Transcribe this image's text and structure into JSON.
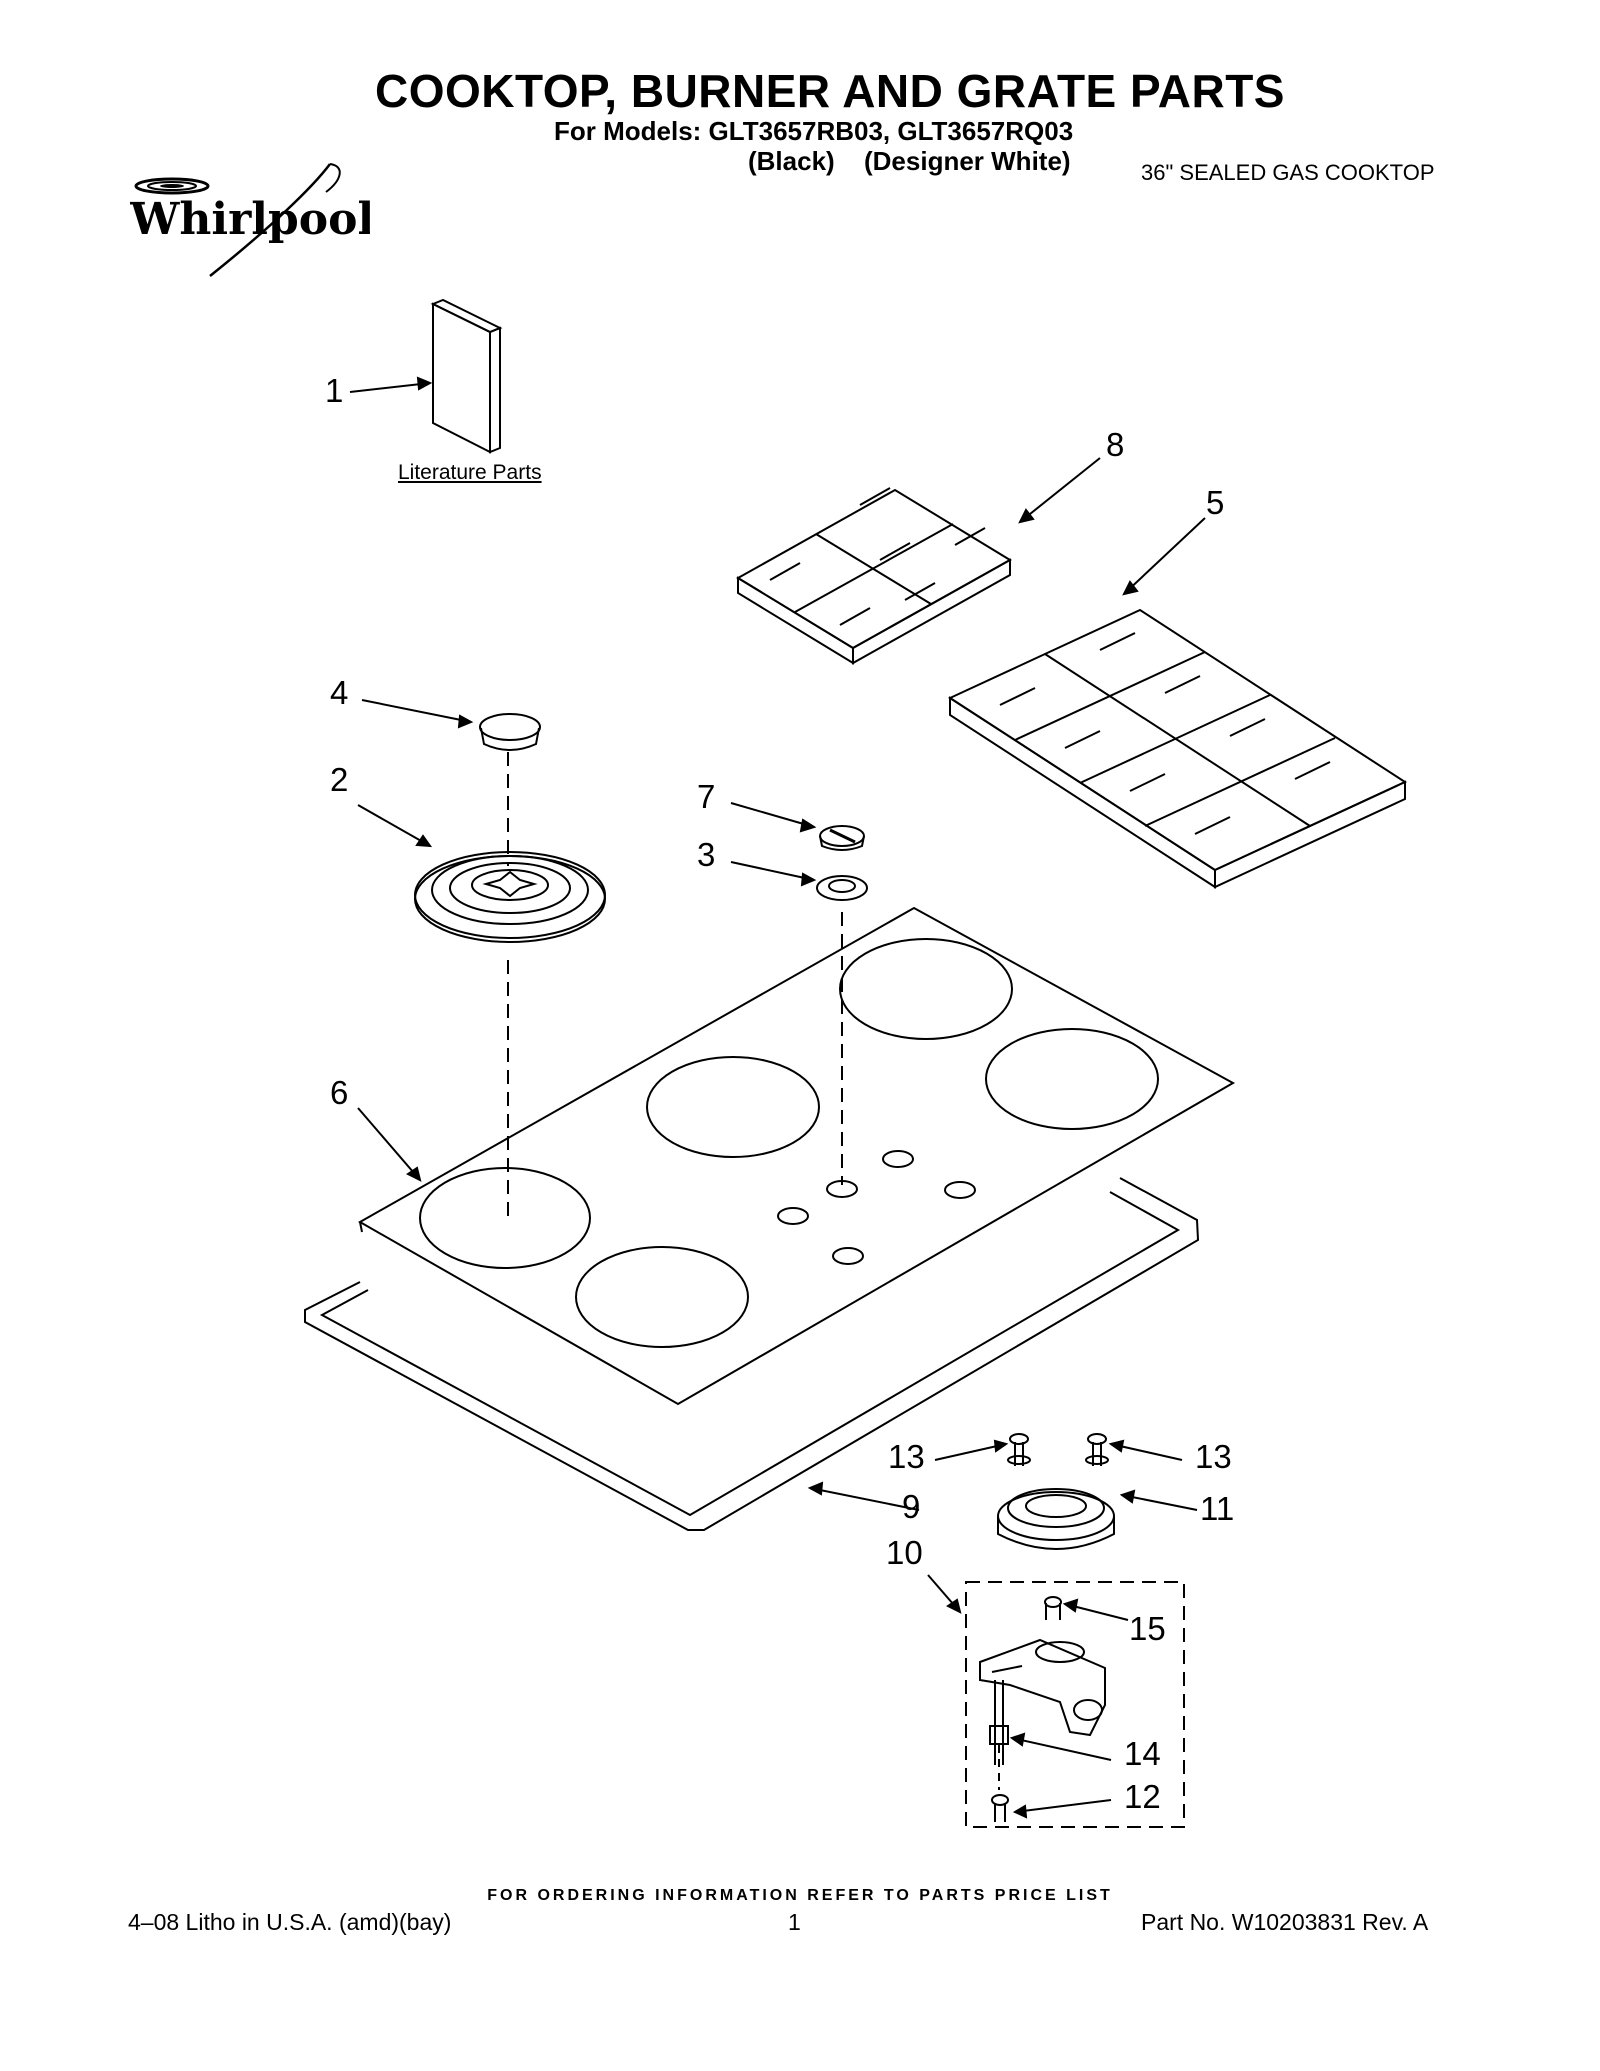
{
  "header": {
    "title": "COOKTOP, BURNER AND GRATE PARTS",
    "models": "For Models: GLT3657RB03, GLT3657RQ03",
    "variant_black": "(Black)",
    "variant_white": "(Designer White)",
    "cooktop_type": "36\" SEALED GAS COOKTOP"
  },
  "brand": {
    "logo_text": "Whirlpool"
  },
  "diagram": {
    "literature_label": "Literature Parts",
    "callouts": {
      "c1": "1",
      "c2": "2",
      "c3": "3",
      "c4": "4",
      "c5": "5",
      "c6": "6",
      "c7": "7",
      "c8": "8",
      "c9": "9",
      "c10": "10",
      "c11": "11",
      "c12": "12",
      "c13a": "13",
      "c13b": "13",
      "c14": "14",
      "c15": "15"
    }
  },
  "footer": {
    "order_note": "FOR ORDERING INFORMATION REFER TO PARTS PRICE LIST",
    "litho": "4–08 Litho in U.S.A. (amd)(bay)",
    "page_number": "1",
    "part_number": "Part No. W10203831 Rev. A"
  }
}
